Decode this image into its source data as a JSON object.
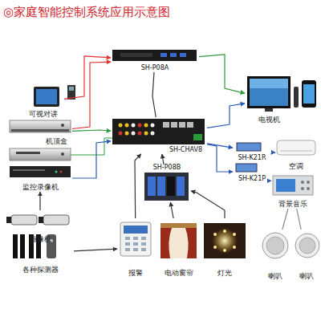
{
  "diagram": {
    "title": "◎家庭智能控制系统应用示意图",
    "nodes": [
      {
        "text": [
          "可视对讲"
        ]
      },
      {
        "text": [
          "机顶盒"
        ]
      },
      {
        "text": [
          "监控录像机"
        ]
      },
      {
        "text": [
          "SH-P08A"
        ]
      },
      {
        "text": [
          "SH-CHAV8"
        ]
      },
      {
        "text": [
          "SH-P08B"
        ]
      },
      {
        "text": [
          "电视机"
        ]
      },
      {
        "text": [
          "SH-K21R"
        ]
      },
      {
        "text": [
          "空调"
        ]
      },
      {
        "text": [
          "SH-K21P"
        ]
      },
      {
        "text": [
          "背景音乐"
        ]
      },
      {
        "text": [
          "摄像机"
        ]
      },
      {
        "text": [
          "各种探测器"
        ]
      },
      {
        "text": [
          "报警"
        ]
      },
      {
        "text": [
          "电动窗帘"
        ]
      },
      {
        "text": [
          "灯光"
        ]
      },
      {
        "text": [
          "喇叭"
        ]
      },
      {
        "text": [
          "喇叭"
        ]
      }
    ],
    "edges": [
      {
        "from": 0,
        "to": 3,
        "arrow": "to"
      },
      {
        "from": 1,
        "to": 3,
        "arrow": "to"
      },
      {
        "from": 1,
        "to": 4,
        "arrow": "to"
      },
      {
        "from": 2,
        "to": 4,
        "arrow": "to"
      },
      {
        "from": 3,
        "to": 4,
        "arrow": "none"
      },
      {
        "from": 3,
        "to": 6,
        "arrow": "to"
      },
      {
        "from": 4,
        "to": 6,
        "arrow": "to"
      },
      {
        "from": 4,
        "to": 7,
        "arrow": "to"
      },
      {
        "from": 7,
        "to": 8,
        "arrow": "to"
      },
      {
        "from": 4,
        "to": 9,
        "arrow": "to"
      },
      {
        "from": 9,
        "to": 10,
        "arrow": "to"
      },
      {
        "from": 5,
        "to": 4,
        "arrow": "to"
      },
      {
        "from": 11,
        "to": 2,
        "arrow": "to"
      },
      {
        "from": 12,
        "to": 13,
        "arrow": "to"
      },
      {
        "from": 13,
        "to": 4,
        "arrow": "to"
      },
      {
        "from": 14,
        "to": 5,
        "arrow": "to"
      },
      {
        "from": 15,
        "to": 5,
        "arrow": "to"
      },
      {
        "from": 10,
        "to": 16,
        "arrow": "none"
      },
      {
        "from": 10,
        "to": 17,
        "arrow": "none"
      }
    ]
  }
}
